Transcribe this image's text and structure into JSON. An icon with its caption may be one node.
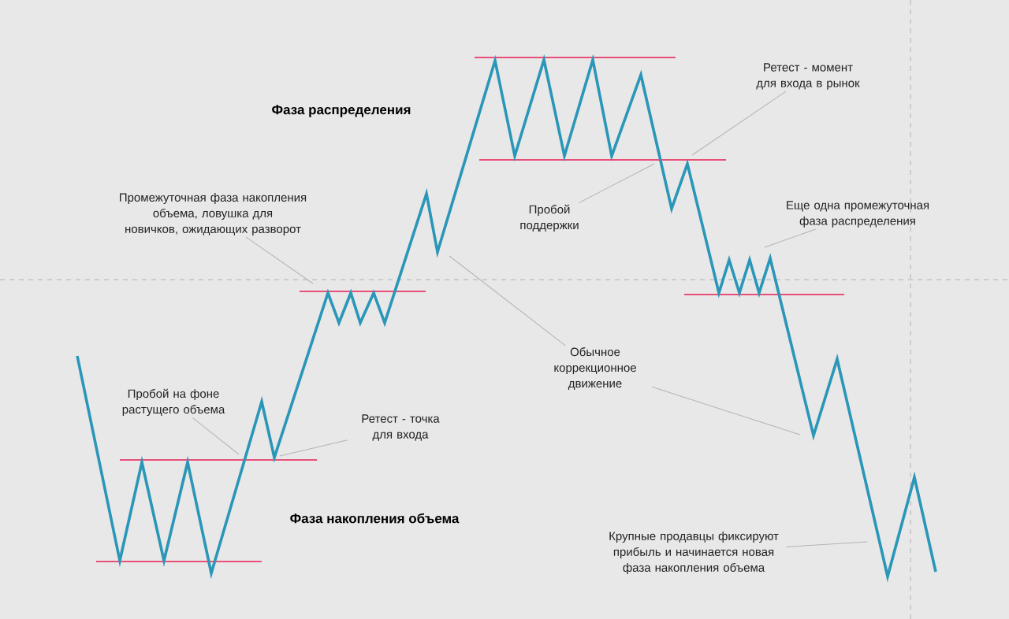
{
  "diagram": {
    "nodes": [
      {
        "text": [
          "Промежуточная фаза накопления объема, ловушка для новичков, ожидающих разворот"
        ]
      },
      {
        "text": [
          "Пробой на фоне растущего объема"
        ]
      },
      {
        "text": [
          "Ретест - точка для входа"
        ]
      },
      {
        "text": [
          "Ретест - момент для входа в рынок"
        ]
      },
      {
        "text": [
          "Пробой поддержки"
        ]
      },
      {
        "text": [
          "Еще одна промежуточная фаза распределения"
        ]
      },
      {
        "text": [
          "Обычное коррекционное движение"
        ]
      },
      {
        "text": [
          "Крупные продавцы фиксируют прибыль и начинается новая фаза накопления объема"
        ]
      }
    ],
    "edges": [
      {
        "from": 0,
        "to": null,
        "arrow": "none"
      },
      {
        "from": 1,
        "to": null,
        "arrow": "none"
      },
      {
        "from": 2,
        "to": null,
        "arrow": "none"
      },
      {
        "from": 3,
        "to": null,
        "arrow": "none"
      },
      {
        "from": 4,
        "to": null,
        "arrow": "none"
      },
      {
        "from": 5,
        "to": null,
        "arrow": "none"
      },
      {
        "from": 6,
        "to": null,
        "arrow": "none"
      },
      {
        "from": 6,
        "to": null,
        "arrow": "none"
      },
      {
        "from": 7,
        "to": null,
        "arrow": "none"
      }
    ],
    "labels": [
      "Фаза распределения",
      "Фаза накопления объема"
    ]
  }
}
